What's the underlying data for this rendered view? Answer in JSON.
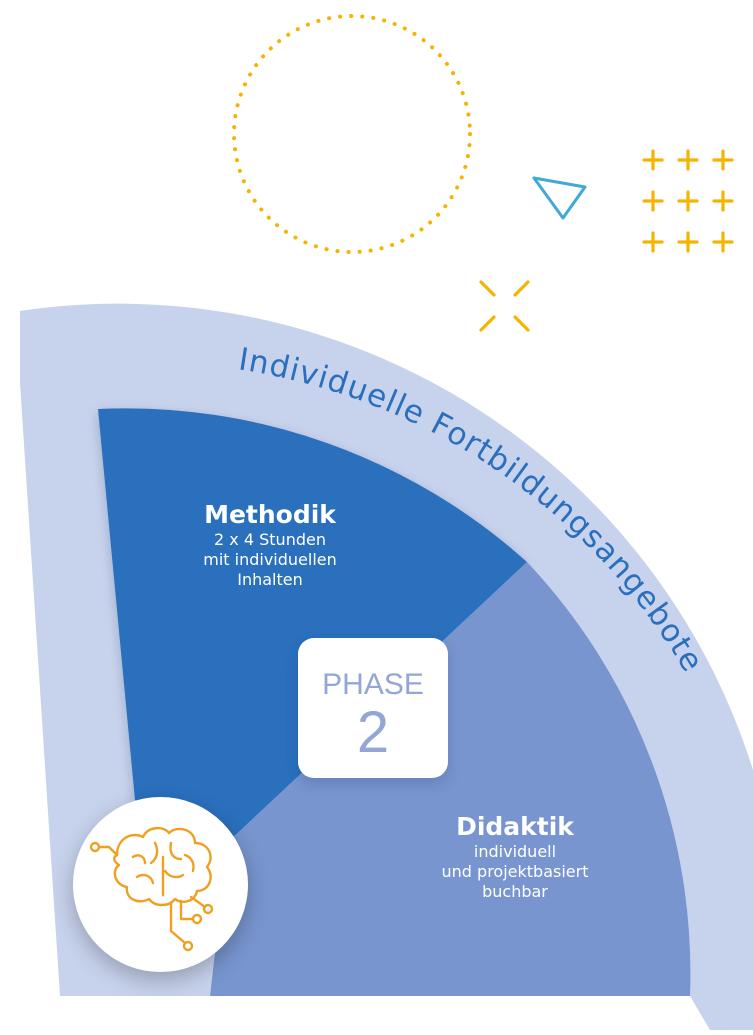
{
  "ring": {
    "title": "Individuelle Fortbildungsangebote",
    "color": "#c7d2ec",
    "text_color": "#2a6fbd"
  },
  "segments": {
    "methodik": {
      "title": "Methodik",
      "lines": [
        "2 x 4 Stunden",
        "mit individuellen",
        "Inhalten"
      ],
      "color": "#2a6fbd"
    },
    "didaktik": {
      "title": "Didaktik",
      "lines": [
        "individuell",
        "und projektbasiert",
        "buchbar"
      ],
      "color": "#7895cf"
    }
  },
  "phase": {
    "label": "PHASE",
    "number": "2"
  },
  "icons": {
    "center": "brain-circuit-icon",
    "decor": [
      "dotted-circle-icon",
      "triangle-outline-icon",
      "plus-grid-icon",
      "cross-mark-icon"
    ]
  },
  "colors": {
    "accent_orange": "#f5b400",
    "accent_blue": "#3fa9d8"
  }
}
